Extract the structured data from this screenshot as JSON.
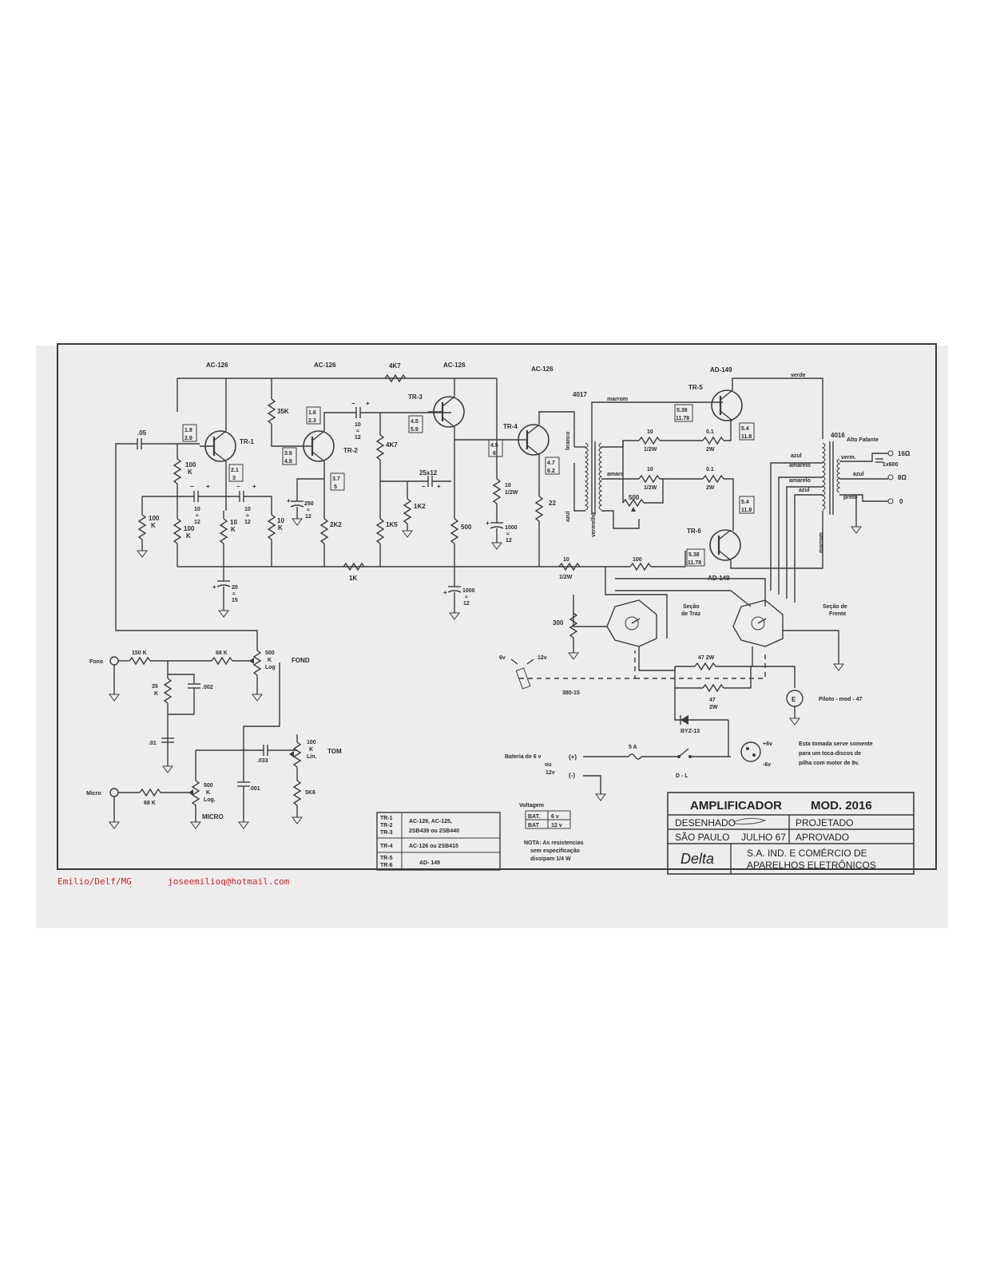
{
  "transistors": {
    "tr1": {
      "label": "TR-1",
      "type": "AC-126",
      "v_base": "1.8",
      "v_base2": "2.9",
      "v_emit": "2.1",
      "v_emit2": "3"
    },
    "tr2": {
      "label": "TR-2",
      "type": "AC-126",
      "v_col": "1.6",
      "v_col2": "2.3",
      "v_base": "3.6",
      "v_base2": "4.8",
      "v_emit": "3.7",
      "v_emit2": "5"
    },
    "tr3": {
      "label": "TR-3",
      "type": "AC-126",
      "v1": "4.5",
      "v2": "5.9"
    },
    "tr4": {
      "label": "TR-4",
      "type": "AC-126",
      "v1": "4.5",
      "v2": "6",
      "v3": "4.7",
      "v4": "6.2"
    },
    "tr5": {
      "label": "TR-5",
      "type": "AD-149",
      "v1": "5.38",
      "v2": "11.78",
      "v3": "5.4",
      "v4": "11.8"
    },
    "tr6": {
      "label": "TR-6",
      "type": "AD-149",
      "v1": "5.38",
      "v2": "11.78",
      "v3": "5.4",
      "v4": "11.8"
    }
  },
  "components": {
    "c05": ".05",
    "r35k": "35K",
    "r4k7a": "4K7",
    "r4k7b": "4K7",
    "c10x12": "10\n≈\n12",
    "c25x12": "25x12",
    "r100k_a": "100\nK",
    "r100k_b": "100\nK",
    "r100k_c": "100\nK",
    "r10k_a": "10\nK",
    "r10k_b": "10\nK",
    "c250": "250",
    "r2k2": "2K2",
    "r1k5": "1K5",
    "r1k2": "1K2",
    "r500": "500",
    "r10_half_a": "10\n1/2W",
    "r22": "22",
    "c1000a": "1000",
    "c1000b": "1000",
    "r1k": "1K",
    "r10_half_b": "10\n1/2W",
    "r100": "100",
    "c20": "20",
    "pot500": "500",
    "r10_2w_a": "10\n1/2W",
    "r10_2w_b": "10\n1/2W",
    "r01_a": "0.1",
    "r01_b": "0.1",
    "w2a": "2W",
    "w2b": "2W",
    "r300": "300",
    "r150k": "150 K",
    "r68k_a": "68 K",
    "r68k_b": "68 K",
    "pot500k_fond": "500\nK\nLog",
    "fond": "FOND",
    "r35k_b": "35\nK",
    "c002": ".002",
    "c01": ".01",
    "c033": ".033",
    "c001": ".001",
    "pot100k": "100\nK\nLin.",
    "tom": "TOM",
    "r5k6": "5K6",
    "pot500k_micro": "500\nK\nLog.",
    "micro_lbl": "MICRO",
    "fono": "Fono",
    "micro": "Micro",
    "t4017": "4017",
    "t4016": "4016",
    "r47_2w_a": "47  2W",
    "r47_2w_b": "47\n2W",
    "byz13": "BYZ-13",
    "fuse": "5 A",
    "dl": "D - L",
    "v6": "+6v",
    "vneg6": "-6v",
    "sw_6v": "6v",
    "sw_12v": "12v",
    "sw380": "380-15"
  },
  "wire_colors": {
    "marrom": "marrom",
    "branco": "branco",
    "amaro": "amaro",
    "azul": "azul",
    "vermelho": "vermelho",
    "verde": "verde",
    "amarelo": "amarelo",
    "verm": "verm.",
    "preto": "preto"
  },
  "sections": {
    "tras": "Seção\nde Traz",
    "frente": "Seção de\nFrente",
    "alto_falante": "Alto Falante",
    "ohm16": "16Ω",
    "ohm8": "8Ω",
    "ohm0": "0",
    "ohm600": "1x600",
    "piloto": "Piloto - mod - 47",
    "bateria": "Bateria de 6 v\nou\n12v",
    "plus": "(+)",
    "minus": "(-)",
    "tomada_note": "Esta tomada serve somente\npara um toca-discos de\npilha com motor de 8v."
  },
  "voltagem_table": {
    "title": "Voltagem",
    "rows": [
      [
        "BAT.",
        "6 v"
      ],
      [
        "BAT",
        "12 v"
      ]
    ]
  },
  "transistor_table": {
    "rows": [
      [
        "TR-1\nTR-2\nTR-3",
        "AC-126,  AC-125,\n2SB439 ou 2SB440"
      ],
      [
        "TR-4",
        "AC-126 ou 2SB415"
      ],
      [
        "TR-5\nTR-6",
        "AD- 149"
      ]
    ]
  },
  "nota": "NOTA: As resistencias\nsem especificação\ndissipam 1/4 W",
  "title_block": {
    "title": "AMPLIFICADOR",
    "model": "MOD. 2016",
    "desenhado": "DESENHADO",
    "projetado": "PROJETADO",
    "city": "SÃO PAULO",
    "date": "JULHO 67",
    "aprovado": "APROVADO",
    "logo": "Delta",
    "company_l1": "S.A. IND. E COMÉRCIO DE",
    "company_l2": "APARELHOS  ELETRÔNICOS"
  },
  "credit": {
    "author": "Emilio/Delf/MG",
    "email": "joseemilioq@hotmail.com"
  }
}
